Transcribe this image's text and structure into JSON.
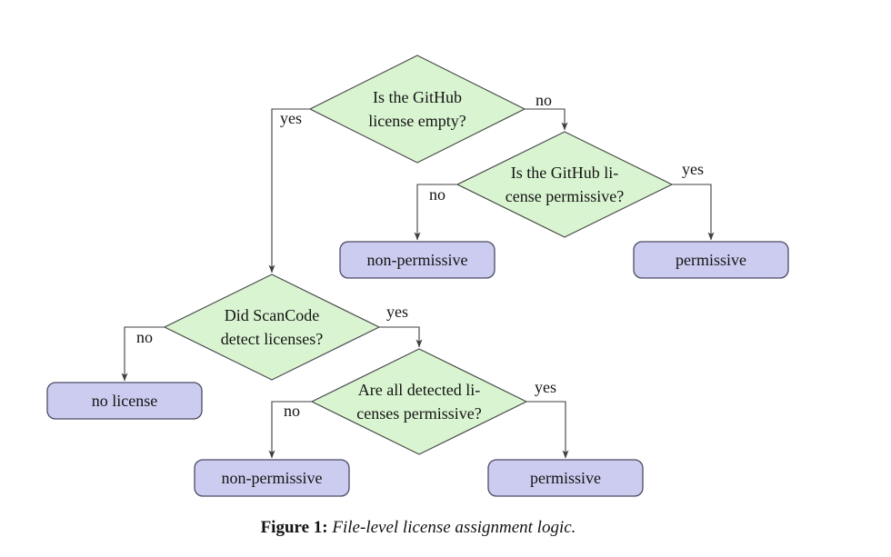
{
  "figure_caption": {
    "label": "Figure 1:",
    "text": "File-level license assignment logic."
  },
  "colors": {
    "decision_fill": "#d9f4d1",
    "decision_stroke": "#4a4a4a",
    "result_fill": "#ccccf0",
    "result_stroke": "#4b4b63",
    "edge_color": "#3f3f3f",
    "background": "#ffffff",
    "text_color": "#141414"
  },
  "nodes": {
    "decision_github_empty": {
      "line1": "Is the GitHub",
      "line2": "license empty?"
    },
    "decision_github_permissive": {
      "line1": "Is the GitHub li-",
      "line2": "cense permissive?"
    },
    "decision_scancode_detect": {
      "line1": "Did ScanCode",
      "line2": "detect licenses?"
    },
    "decision_all_permissive": {
      "line1": "Are all detected li-",
      "line2": "censes permissive?"
    },
    "result_non_permissive_top": "non-permissive",
    "result_permissive_top": "permissive",
    "result_no_license": "no license",
    "result_non_permissive_bottom": "non-permissive",
    "result_permissive_bottom": "permissive"
  },
  "edge_labels": {
    "github_empty_yes": "yes",
    "github_empty_no": "no",
    "github_permissive_no": "no",
    "github_permissive_yes": "yes",
    "scancode_no": "no",
    "scancode_yes": "yes",
    "all_permissive_no": "no",
    "all_permissive_yes": "yes"
  }
}
